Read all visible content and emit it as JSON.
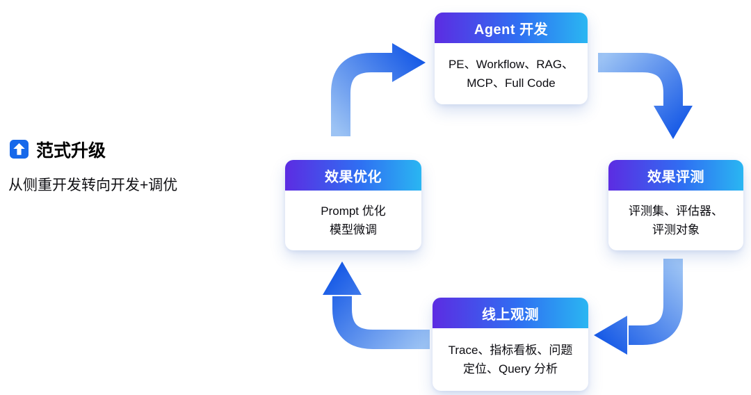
{
  "annotation": {
    "title": "范式升级",
    "subtitle": "从侧重开发转向开发+调优"
  },
  "nodes": [
    {
      "id": "agent-dev",
      "title": "Agent 开发",
      "lines": [
        "PE、Workflow、RAG、",
        "MCP、Full Code"
      ]
    },
    {
      "id": "effect-eval",
      "title": "效果评测",
      "lines": [
        "评测集、评估器、",
        "评测对象"
      ]
    },
    {
      "id": "online-observe",
      "title": "线上观测",
      "lines": [
        "Trace、指标看板、问题",
        "定位、Query 分析"
      ]
    },
    {
      "id": "effect-optimize",
      "title": "效果优化",
      "lines": [
        "Prompt 优化",
        "模型微调"
      ]
    }
  ],
  "arrows": [
    {
      "from": "效果优化",
      "to": "Agent 开发"
    },
    {
      "from": "Agent 开发",
      "to": "效果评测"
    },
    {
      "from": "效果评测",
      "to": "线上观测"
    },
    {
      "from": "线上观测",
      "to": "效果优化"
    }
  ],
  "colors": {
    "header_gradient_start": "#5c2ce2",
    "header_gradient_mid": "#2f6ff2",
    "header_gradient_end": "#2ab6f2",
    "arrow_tail": "#9cc3f4",
    "arrow_head": "#1659e6",
    "icon_blue": "#1668ea"
  }
}
